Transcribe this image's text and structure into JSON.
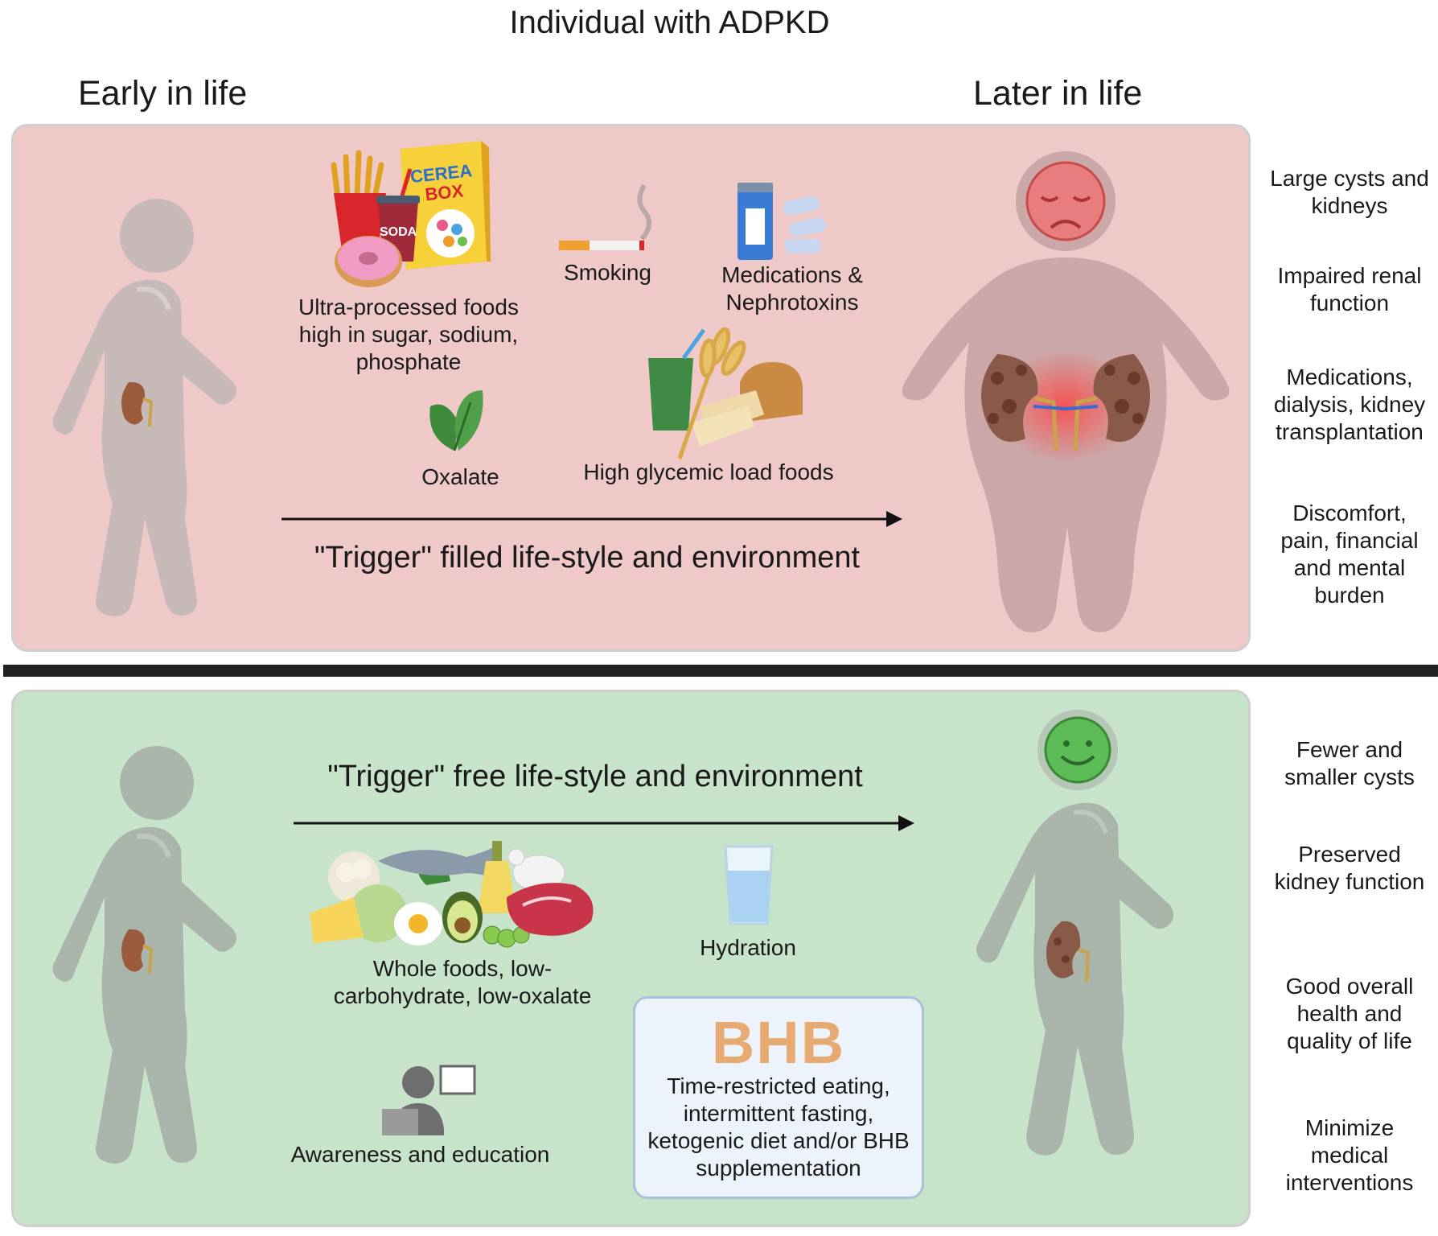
{
  "title": "Individual with ADPKD",
  "col_left": "Early in life",
  "col_right": "Later in life",
  "top_panel": {
    "foods_label": "Ultra-processed foods high in sugar, sodium, phosphate",
    "cereal_text": "CEREA BOX",
    "soda_text": "SODA",
    "smoking_label": "Smoking",
    "meds_label": "Medications & Nephrotoxins",
    "oxalate_label": "Oxalate",
    "glycemic_label": "High glycemic load foods",
    "banner": "\"Trigger\" filled life-style and environment",
    "outcomes": [
      "Large cysts and kidneys",
      "Impaired renal function",
      "Medications, dialysis, kidney transplantation",
      "Discomfort, pain, financial and mental burden"
    ]
  },
  "bottom_panel": {
    "banner": "\"Trigger\" free life-style and environment",
    "whole_foods_label": "Whole foods, low-carbohydrate, low-oxalate",
    "hydration_label": "Hydration",
    "education_label": "Awareness and education",
    "bhb_title": "BHB",
    "bhb_text": "Time-restricted eating, intermittent fasting, ketogenic diet and/or BHB supplementation",
    "outcomes": [
      "Fewer and smaller cysts",
      "Preserved kidney function",
      "Good overall health and quality of life",
      "Minimize medical interventions"
    ]
  },
  "colors": {
    "top_panel": "#efc8c8",
    "bottom_panel": "#c7e3c9",
    "figure_gray": "#b9b2b2",
    "sad_face": "#e87d7d",
    "happy_face": "#5dbb58",
    "bhb": "#e7aa72"
  },
  "icons": [
    "walking-person-icon",
    "obese-person-icon",
    "sad-face-icon",
    "happy-face-icon",
    "kidney-icon",
    "fries-icon",
    "cereal-box-icon",
    "soda-cup-icon",
    "donut-icon",
    "cigarette-icon",
    "pill-bottle-icon",
    "capsule-icon",
    "spinach-icon",
    "smoothie-icon",
    "wheat-icon",
    "bread-icon",
    "vegetables-icon",
    "fish-icon",
    "oil-bottle-icon",
    "chicken-icon",
    "cheese-icon",
    "egg-icon",
    "avocado-icon",
    "steak-icon",
    "water-glass-icon",
    "reader-icon",
    "presentation-board-icon"
  ]
}
